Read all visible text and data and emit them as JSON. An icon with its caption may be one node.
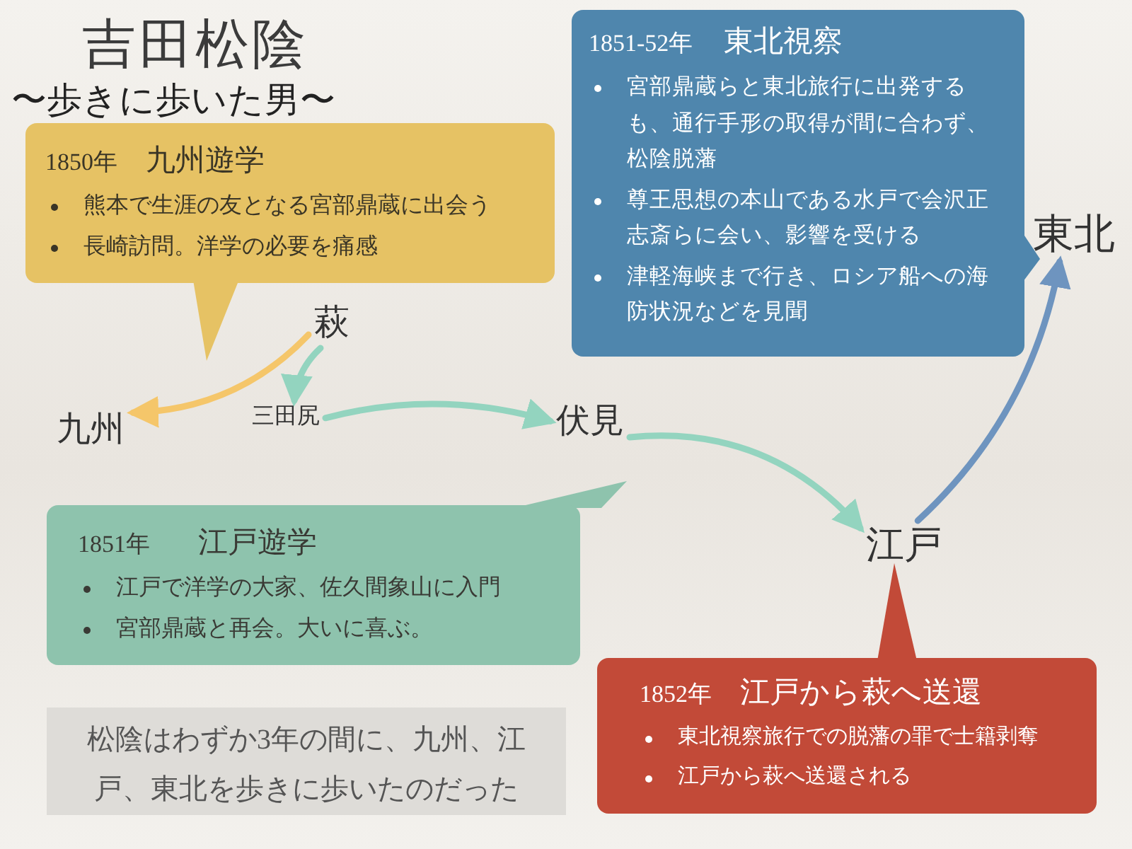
{
  "diagram": {
    "title": "吉田松陰",
    "nodes": [
      {
        "text": [
          "1850年",
          "九州遊学",
          "熊本で生涯の友となる宮部鼎蔵に出会う",
          "長崎訪問。洋学の必要を痛感"
        ]
      },
      {
        "text": [
          "1851-52年",
          "東北視察",
          "宮部鼎蔵らと東北旅行に出発するも、通行手形の取得が間に合わず、松陰脱藩",
          "尊王思想の本山である水戸で会沢正志斎らに会い、影響を受ける",
          "津軽海峡まで行き、ロシア船への海防状況などを見聞"
        ]
      },
      {
        "text": [
          "萩"
        ]
      },
      {
        "text": [
          "九州"
        ]
      },
      {
        "text": [
          "三田尻"
        ]
      },
      {
        "text": [
          "伏見"
        ]
      },
      {
        "text": [
          "江戸"
        ]
      },
      {
        "text": [
          "東北"
        ]
      },
      {
        "text": [
          "1851年",
          "江戸遊学",
          "江戸で洋学の大家、佐久間象山に入門",
          "宮部鼎蔵と再会。大いに喜ぶ。"
        ]
      },
      {
        "text": [
          "1852年",
          "江戸から萩へ送還",
          "東北視察旅行での脱藩の罪で士籍剥奪",
          "江戸から萩へ送還される"
        ]
      },
      {
        "text": [
          "松陰はわずか3年の間に、九州、江戸、東北を歩きに歩いたのだった"
        ]
      }
    ],
    "edges": [
      {
        "from": 2,
        "to": 3,
        "arrow": "to",
        "color": "#f5c66a"
      },
      {
        "from": 2,
        "to": 4,
        "arrow": "to"
      },
      {
        "from": 4,
        "to": 5,
        "arrow": "to"
      },
      {
        "from": 5,
        "to": 6,
        "arrow": "to"
      },
      {
        "from": 6,
        "to": 7,
        "arrow": "to",
        "color": "#6e94bf"
      }
    ],
    "labels": [
      "〜歩きに歩いた男〜"
    ]
  }
}
